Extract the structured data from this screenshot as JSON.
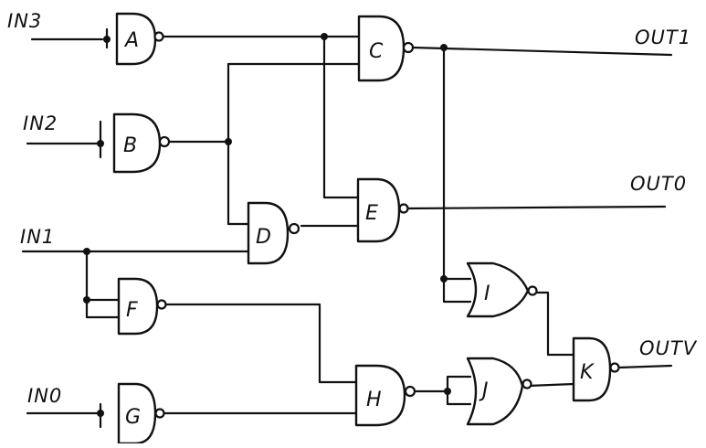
{
  "inputs": {
    "in3": "IN3",
    "in2": "IN2",
    "in1": "IN1",
    "in0": "IN0"
  },
  "outputs": {
    "out1": "OUT1",
    "out0": "OUT0",
    "outv": "OUTV"
  },
  "gates": {
    "a": "A",
    "b": "B",
    "c": "C",
    "d": "D",
    "e": "E",
    "f": "F",
    "g": "G",
    "h": "H",
    "i": "I",
    "j": "J",
    "k": "K"
  }
}
